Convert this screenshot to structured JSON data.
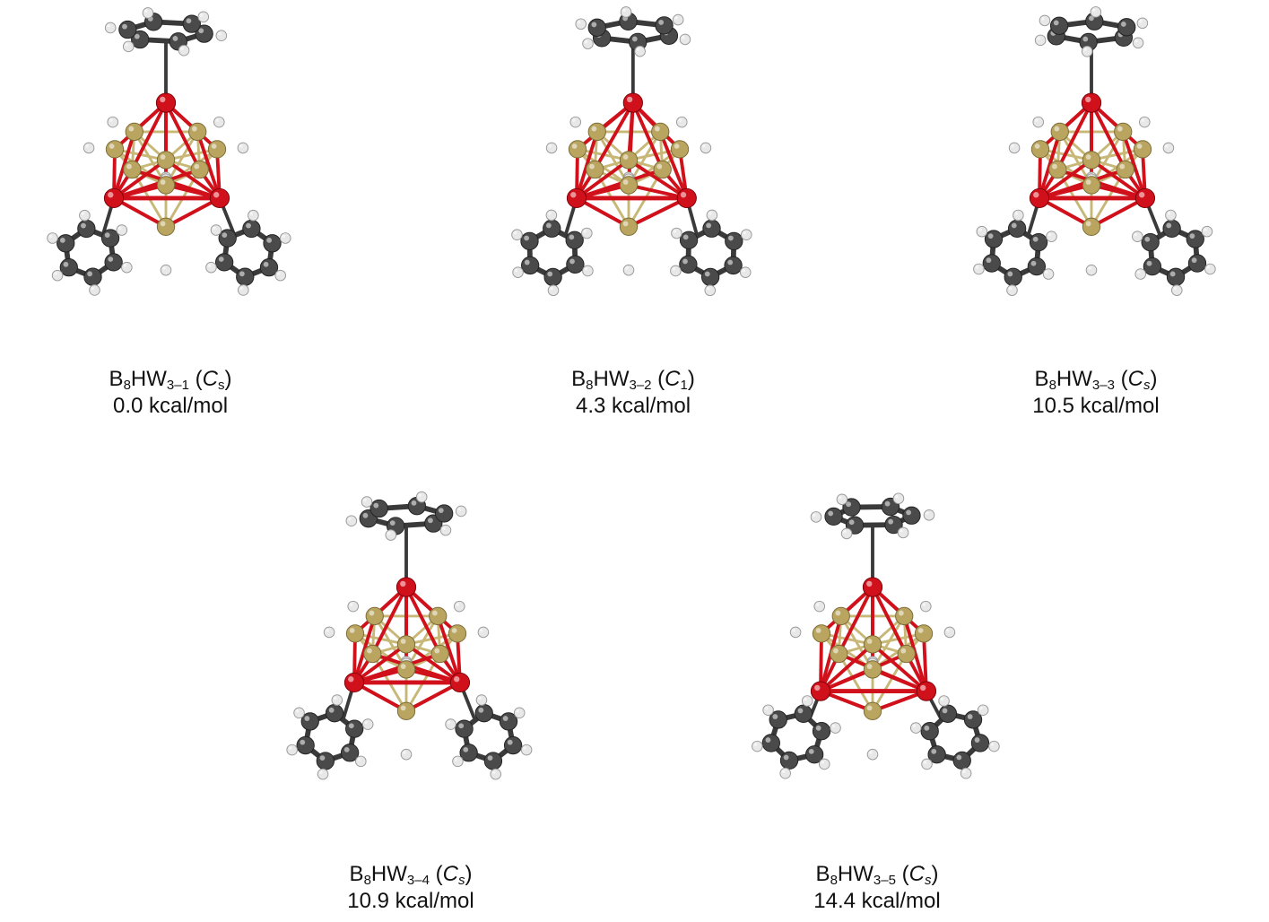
{
  "structures": [
    {
      "formula_main": "B",
      "sub1": "8",
      "formula_mid": "HW",
      "sub2": "3–1",
      "symmetry_letter": "C",
      "symmetry_sub": "s",
      "energy": "0.0 kcal/mol"
    },
    {
      "formula_main": "B",
      "sub1": "8",
      "formula_mid": "HW",
      "sub2": "3–2",
      "symmetry_letter": "C",
      "symmetry_sub": "1",
      "energy": "4.3 kcal/mol"
    },
    {
      "formula_main": "B",
      "sub1": "8",
      "formula_mid": "HW",
      "sub2": "3–3",
      "symmetry_letter": "C",
      "symmetry_sub": "s",
      "energy": "10.5 kcal/mol"
    },
    {
      "formula_main": "B",
      "sub1": "8",
      "formula_mid": "HW",
      "sub2": "3–4",
      "symmetry_letter": "C",
      "symmetry_sub": "s",
      "energy": "10.9 kcal/mol"
    },
    {
      "formula_main": "B",
      "sub1": "8",
      "formula_mid": "HW",
      "sub2": "3–5",
      "symmetry_letter": "C",
      "symmetry_sub": "s",
      "energy": "14.4 kcal/mol"
    }
  ],
  "atom_colors": {
    "W": "#d0111b",
    "B": "#b9a560",
    "C": "#4a4a4a",
    "H": "#e8e8e8",
    "bond_BB": "#c8b878",
    "bond_W": "#d0111b",
    "bond_C": "#3a3a3a"
  }
}
